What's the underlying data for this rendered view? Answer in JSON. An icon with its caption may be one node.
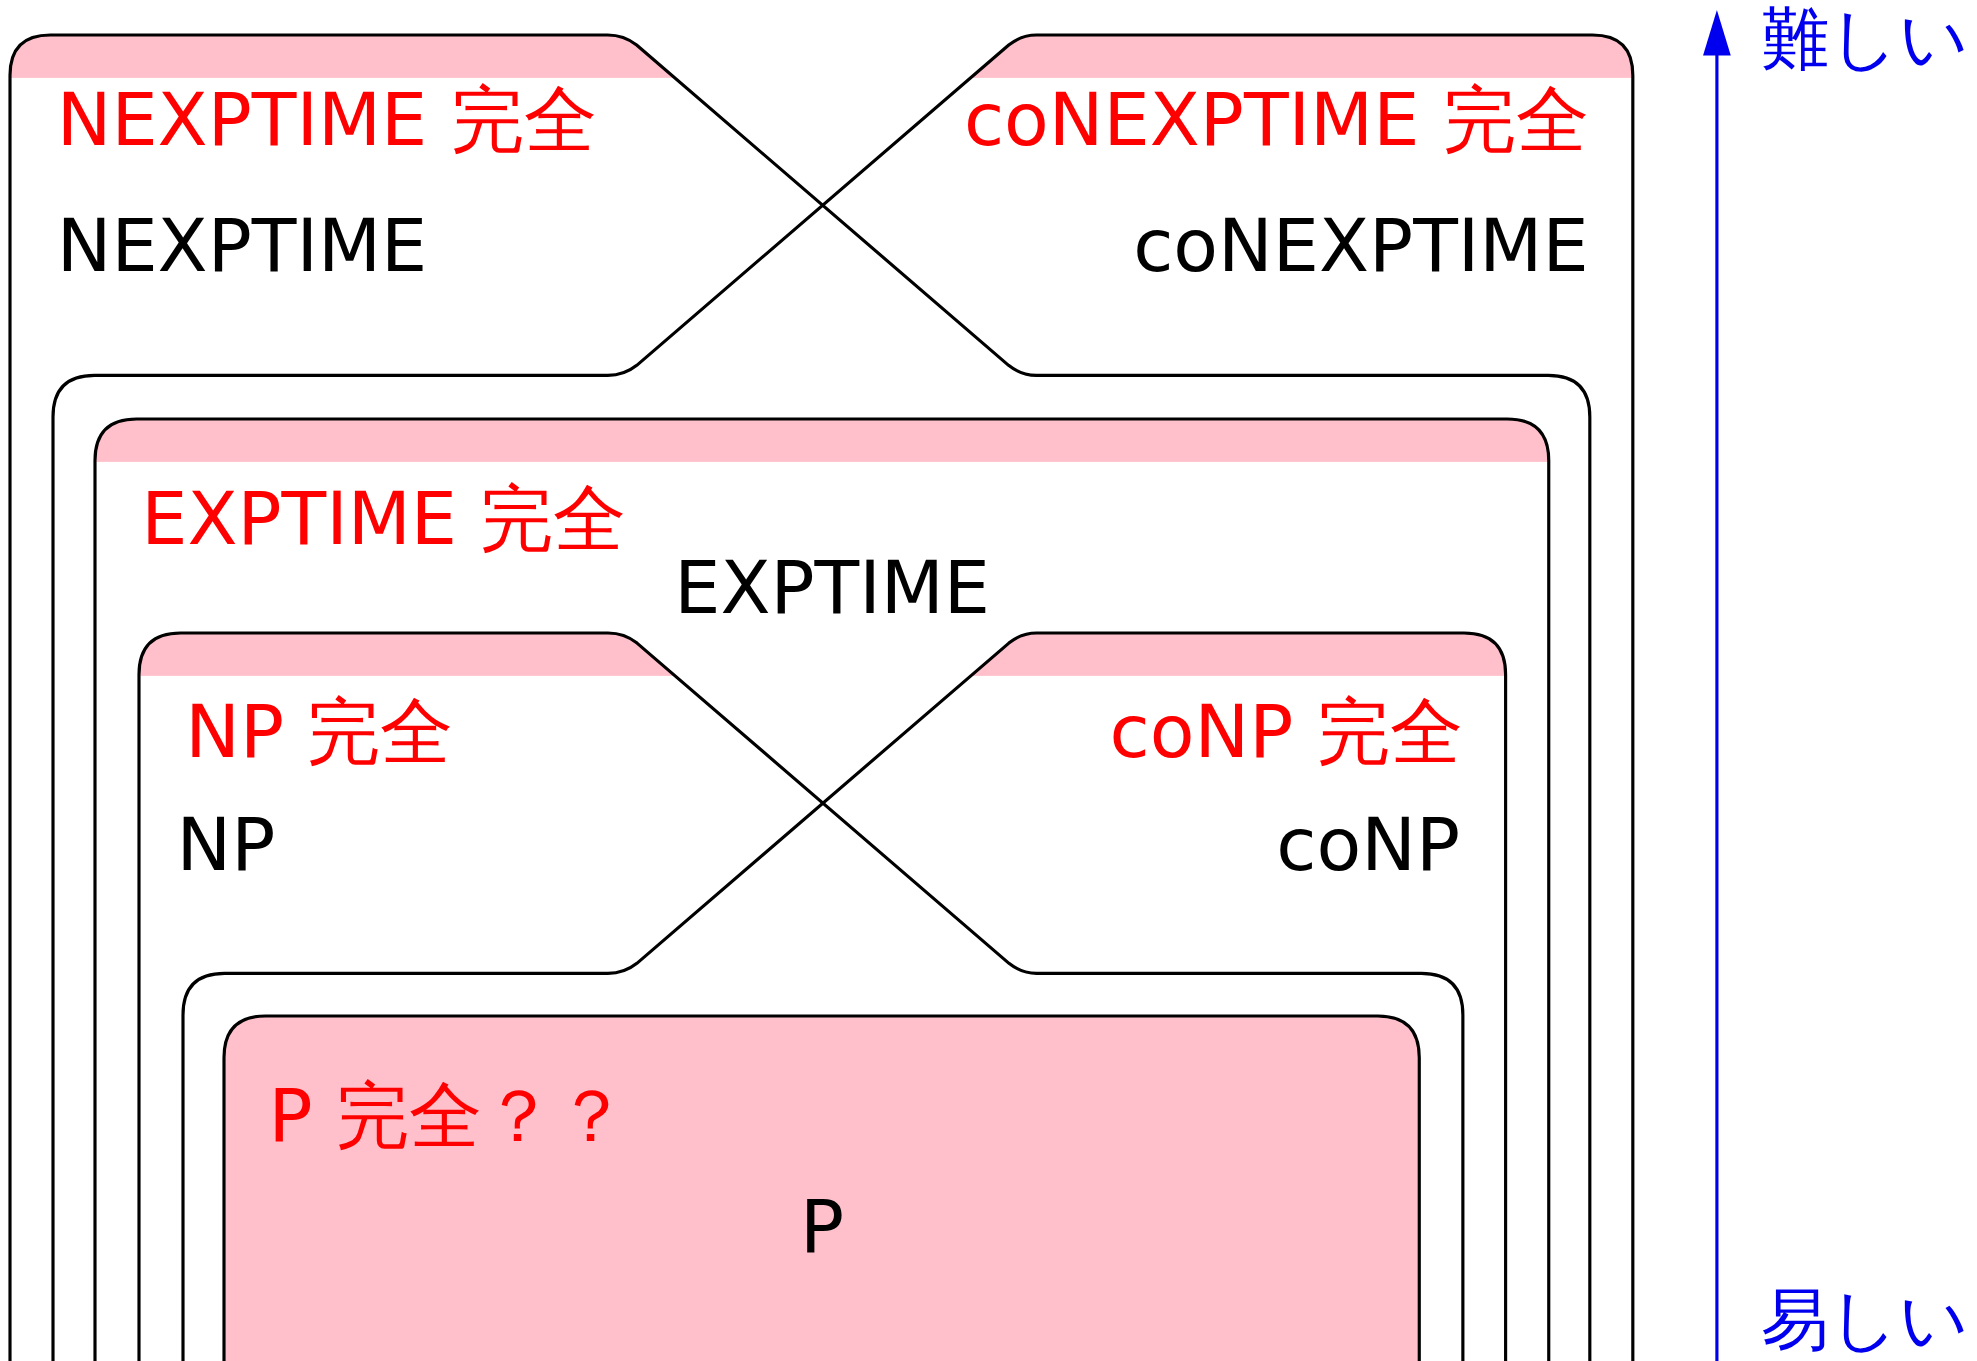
{
  "diagram": {
    "nodes": [
      {
        "text": [
          "NEXPTIME 完全",
          "NEXPTIME"
        ]
      },
      {
        "text": [
          "coNEXPTIME 完全",
          "coNEXPTIME"
        ]
      },
      {
        "text": [
          "EXPTIME 完全",
          "EXPTIME"
        ]
      },
      {
        "text": [
          "NP 完全",
          "NP"
        ],
        "in": 2
      },
      {
        "text": [
          "coNP 完全",
          "coNP"
        ],
        "in": 2
      },
      {
        "text": [
          "P 完全？？",
          "P"
        ]
      }
    ],
    "labels": [
      "難しい",
      "易しい"
    ]
  }
}
